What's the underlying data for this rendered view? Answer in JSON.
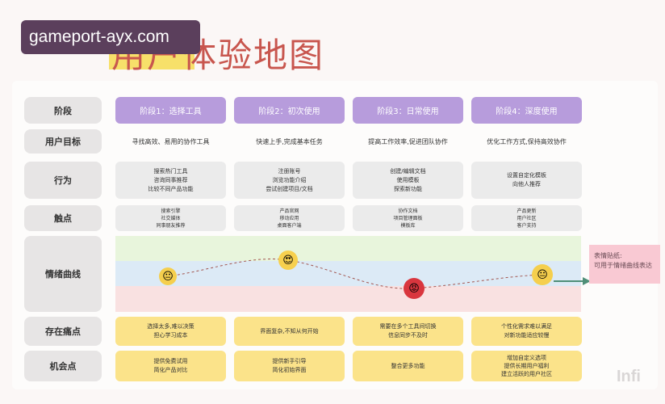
{
  "watermark": "gameport-ayx.com",
  "title": "用户体验地图",
  "rows": {
    "stage": "阶段",
    "goal": "用户目标",
    "action": "行为",
    "touch": "触点",
    "emotion": "情绪曲线",
    "pain": "存在痛点",
    "opp": "机会点"
  },
  "stages": [
    {
      "name": "阶段1：选择工具",
      "goal": "寻找高效、易用的协作工具",
      "actions": [
        "搜索热门工具",
        "咨询同事推荐",
        "比较不同产品功能"
      ],
      "touch": [
        "搜索引擎",
        "社交媒体",
        "同事朋友推荐"
      ],
      "pain": [
        "选择太多,难以决策",
        "担心学习成本"
      ],
      "opp": [
        "提供免费试用",
        "简化产品对比"
      ]
    },
    {
      "name": "阶段2：初次使用",
      "goal": "快速上手,完成基本任务",
      "actions": [
        "注册账号",
        "浏览功能介绍",
        "尝试创建项目/文档"
      ],
      "touch": [
        "产品官网",
        "移动应用",
        "桌面客户端"
      ],
      "pain": [
        "界面复杂,不知从何开始"
      ],
      "opp": [
        "提供新手引导",
        "简化初始界面"
      ]
    },
    {
      "name": "阶段3：日常使用",
      "goal": "提高工作效率,促进团队协作",
      "actions": [
        "创建/编辑文档",
        "使用模板",
        "探索新功能"
      ],
      "touch": [
        "协作文档",
        "项目管理面板",
        "模板库"
      ],
      "pain": [
        "需要在多个工具间切换",
        "信息同步不及时"
      ],
      "opp": [
        "整合更多功能"
      ]
    },
    {
      "name": "阶段4：深度使用",
      "goal": "优化工作方式,保持高效协作",
      "actions": [
        "设置自定化模板",
        "向他人推荐"
      ],
      "touch": [
        "产品更新",
        "用户社区",
        "客户支持"
      ],
      "pain": [
        "个性化需求难以满足",
        "对新功能适应较慢"
      ],
      "opp": [
        "增加自定义选项",
        "提供长期用户福利",
        "建立活跃的用户社区"
      ]
    }
  ],
  "emotion": {
    "levels": [
      "neutral",
      "happy",
      "angry",
      "neutral"
    ],
    "icons": [
      "😐",
      "😍",
      "😡",
      "😐"
    ]
  },
  "sticky": {
    "title": "表情贴纸:",
    "body": "可用于情绪曲线表达"
  },
  "brand": "Infi",
  "colors": {
    "stage": "#b79cdc",
    "title": "#c8564e",
    "highlight": "#f7e06a",
    "pain": "#fbe38a"
  }
}
